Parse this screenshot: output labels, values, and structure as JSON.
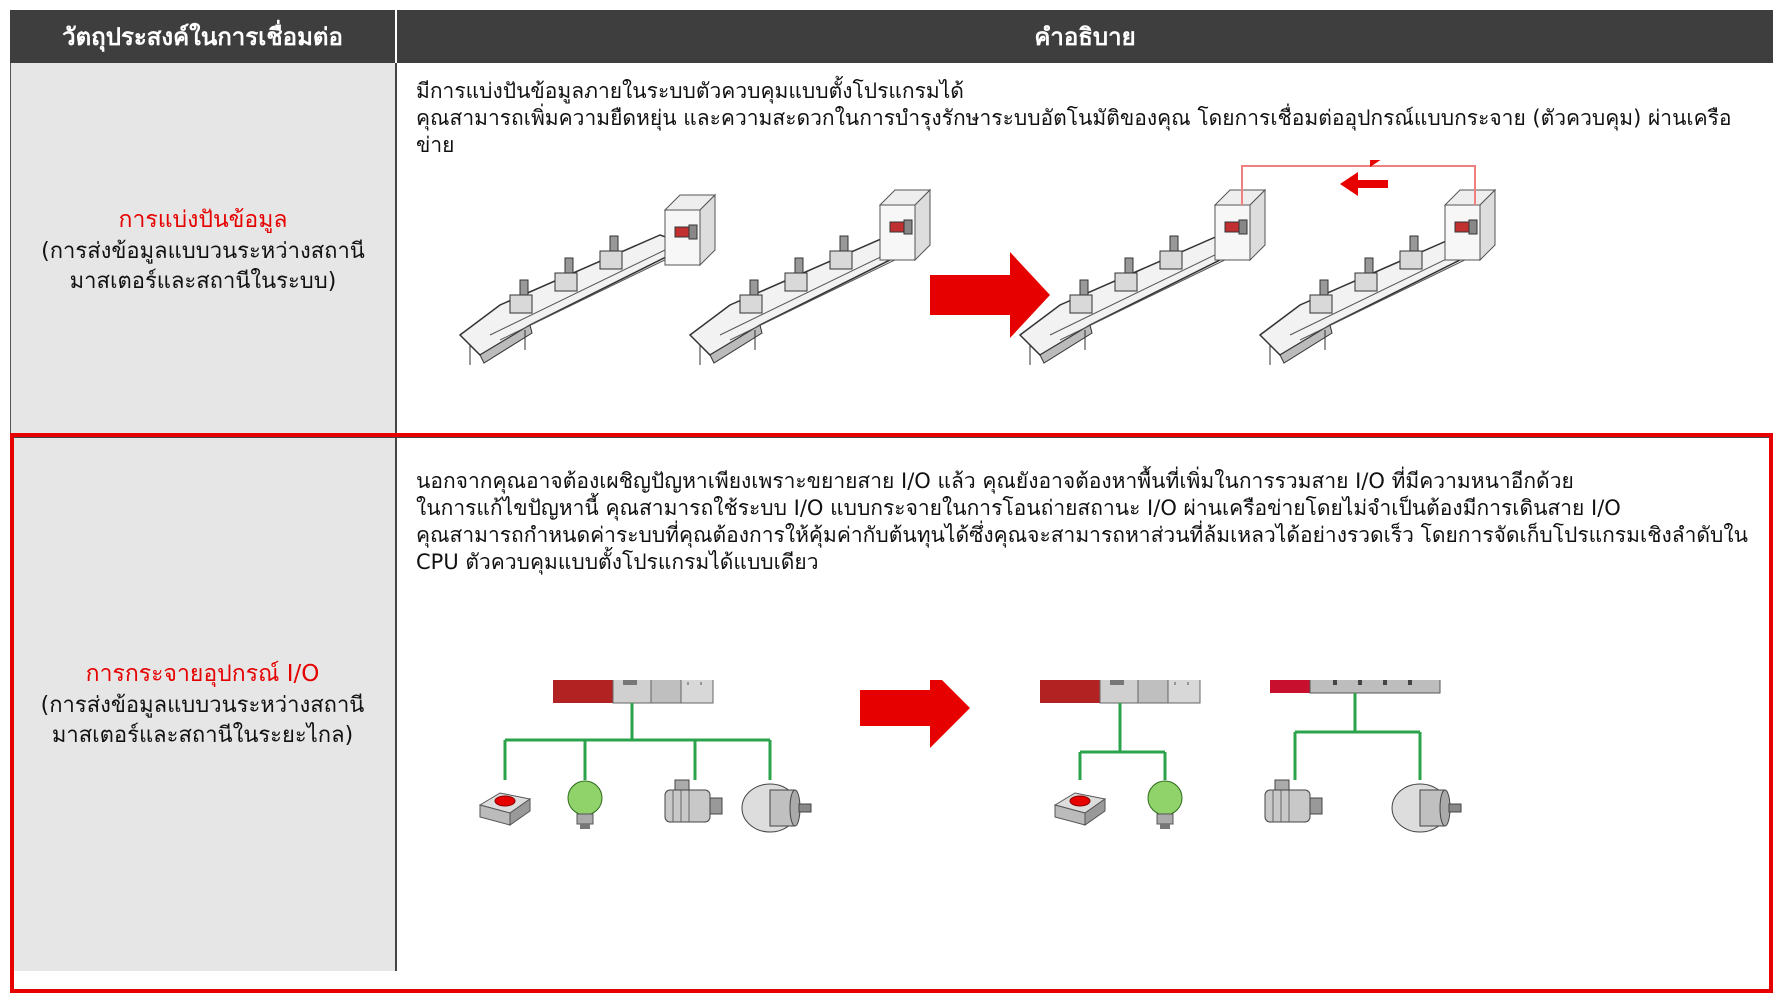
{
  "table": {
    "header_left": "วัตถุประสงค์ในการเชื่อมต่อ",
    "header_right": "คำอธิบาย",
    "rows": [
      {
        "topic": "การแบ่งปันข้อมูล",
        "subtitle": "(การส่งข้อมูลแบบวนระหว่างสถานีมาสเตอร์และสถานีในระบบ)",
        "lines": [
          "มีการแบ่งปันข้อมูลภายในระบบตัวควบคุมแบบตั้งโปรแกรมได้",
          "คุณสามารถเพิ่มความยืดหยุ่น และความสะดวกในการบำรุงรักษาระบบอัตโนมัติของคุณ โดยการเชื่อมต่ออุปกรณ์แบบกระจาย (ตัวควบคุม) ผ่านเครือข่าย"
        ]
      },
      {
        "topic": "การกระจายอุปกรณ์ I/O",
        "subtitle": "(การส่งข้อมูลแบบวนระหว่างสถานีมาสเตอร์และสถานีในระยะไกล)",
        "lines": [
          "นอกจากคุณอาจต้องเผชิญปัญหาเพียงเพราะขยายสาย I/O แล้ว คุณยังอาจต้องหาพื้นที่เพิ่มในการรวมสาย I/O ที่มีความหนาอีกด้วย",
          "ในการแก้ไขปัญหานี้ คุณสามารถใช้ระบบ I/O แบบกระจายในการโอนถ่ายสถานะ I/O ผ่านเครือข่ายโดยไม่จำเป็นต้องมีการเดินสาย I/O",
          "คุณสามารถกำหนดค่าระบบที่คุณต้องการให้คุ้มค่ากับต้นทุนได้ซึ่งคุณจะสามารถหาส่วนที่ล้มเหลวได้อย่างรวดเร็ว โดยการจัดเก็บโปรแกรมเชิงลำดับใน CPU ตัวควบคุมแบบตั้งโปรแกรมได้แบบเดียว"
        ]
      }
    ]
  },
  "colors": {
    "accent_red": "#e60000",
    "header_bg": "#3e3e3e",
    "left_cell_bg": "#e6e6e6",
    "network_green": "#2aa34a",
    "link_orange": "#f0931e"
  },
  "icons": [
    "control-panel-icon",
    "conveyor-machine-icon",
    "transition-arrow-icon",
    "exchange-arrows-icon",
    "plc-rack-icon",
    "push-button-icon",
    "light-bulb-icon",
    "motor-icon"
  ]
}
